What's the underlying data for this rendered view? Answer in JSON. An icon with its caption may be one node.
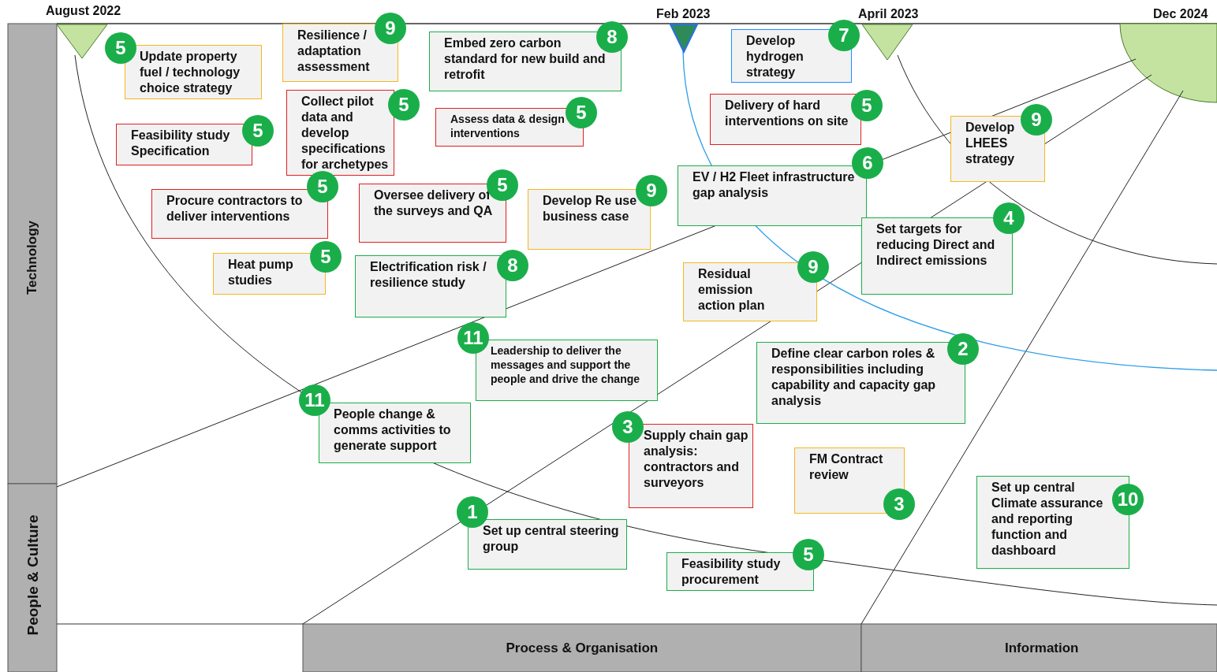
{
  "diagram": {
    "nodes": [
      {
        "text": [
          "Update property fuel / technology choice strategy",
          "5"
        ]
      },
      {
        "text": [
          "Resilience / adaptation assessment",
          "9"
        ]
      },
      {
        "text": [
          "Embed zero carbon standard for new build and retrofit",
          "8"
        ]
      },
      {
        "text": [
          "Develop hydrogen strategy",
          "7"
        ]
      },
      {
        "text": [
          "Collect pilot data and develop specifications for archetypes",
          "5"
        ]
      },
      {
        "text": [
          "Feasibility study Specification",
          "5"
        ]
      },
      {
        "text": [
          "Assess data & design interventions",
          "5"
        ]
      },
      {
        "text": [
          "Delivery of hard interventions on site",
          "5"
        ]
      },
      {
        "text": [
          "Develop LHEES strategy",
          "9"
        ]
      },
      {
        "text": [
          "Procure contractors to deliver interventions",
          "5"
        ]
      },
      {
        "text": [
          "Oversee delivery of the surveys and QA",
          "5"
        ]
      },
      {
        "text": [
          "Develop Re use business case",
          "9"
        ]
      },
      {
        "text": [
          "EV / H2 Fleet infrastructure gap analysis",
          "6"
        ]
      },
      {
        "text": [
          "Set targets for reducing Direct and Indirect emissions",
          "4"
        ]
      },
      {
        "text": [
          "Heat pump studies",
          "5"
        ]
      },
      {
        "text": [
          "Electrification risk / resilience study",
          "8"
        ]
      },
      {
        "text": [
          "Residual emission action plan",
          "9"
        ]
      },
      {
        "text": [
          "Leadership to deliver the messages and support the people and drive the change",
          "11"
        ]
      },
      {
        "text": [
          "Define clear carbon roles & responsibilities including capability and capacity gap analysis",
          "2"
        ]
      },
      {
        "text": [
          "People change & comms activities to generate support",
          "11"
        ]
      },
      {
        "text": [
          "Supply chain gap analysis: contractors and surveyors",
          "3"
        ]
      },
      {
        "text": [
          "FM Contract review",
          "3"
        ]
      },
      {
        "text": [
          "Set up central Climate assurance and reporting function and dashboard",
          "10"
        ]
      },
      {
        "text": [
          "Set up central steering group",
          "1"
        ]
      },
      {
        "text": [
          "Feasibility study procurement",
          "5"
        ]
      }
    ],
    "labels": [
      "August 2022",
      "Feb 2023",
      "April 2023",
      "Dec 2024",
      "Technology",
      "People & Culture",
      "Process & Organisation",
      "Information"
    ]
  }
}
